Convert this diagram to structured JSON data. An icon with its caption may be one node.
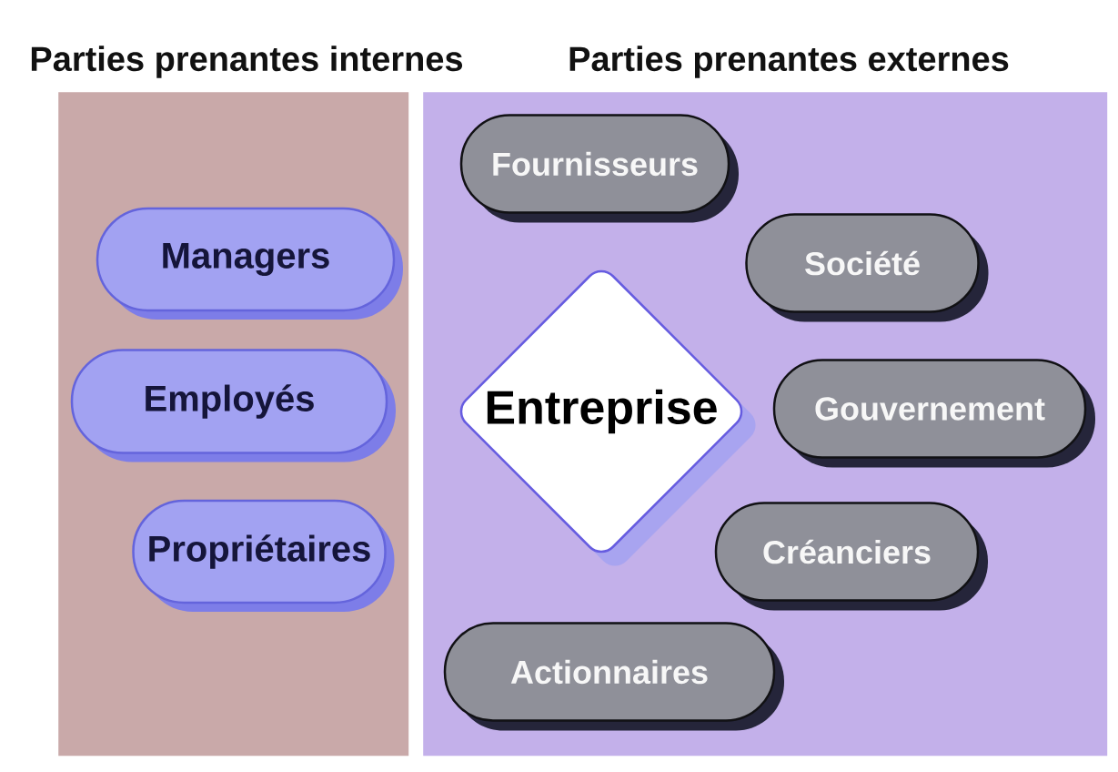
{
  "diagram": {
    "nodes": [
      {
        "text": [
          "Parties prenantes internes"
        ]
      },
      {
        "text": [
          "Managers"
        ],
        "in": 0
      },
      {
        "text": [
          "Employés"
        ],
        "in": 0
      },
      {
        "text": [
          "Propriétaires"
        ],
        "in": 0
      },
      {
        "text": [
          "Parties prenantes externes"
        ]
      },
      {
        "text": [
          "Fournisseurs"
        ],
        "in": 4
      },
      {
        "text": [
          "Société"
        ],
        "in": 4
      },
      {
        "text": [
          "Entreprise"
        ],
        "in": 4
      },
      {
        "text": [
          "Gouvernement"
        ],
        "in": 4
      },
      {
        "text": [
          "Créanciers"
        ],
        "in": 4
      },
      {
        "text": [
          "Actionnaires"
        ],
        "in": 4
      }
    ]
  }
}
